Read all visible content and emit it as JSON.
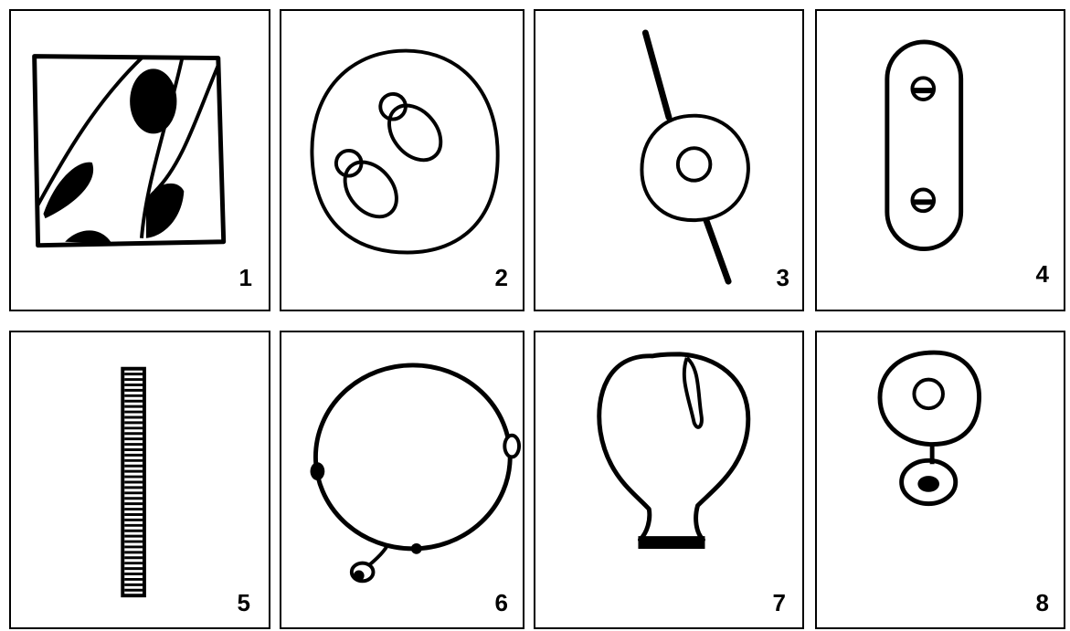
{
  "panels": [
    {
      "id": "1",
      "label": "1",
      "subject": "cell-with-dark-patches"
    },
    {
      "id": "2",
      "label": "2",
      "subject": "oval-with-two-inclusions"
    },
    {
      "id": "3",
      "label": "3",
      "subject": "ring-with-flagellum"
    },
    {
      "id": "4",
      "label": "4",
      "subject": "rod-with-two-spores"
    },
    {
      "id": "5",
      "label": "5",
      "subject": "segmented-filament"
    },
    {
      "id": "6",
      "label": "6",
      "subject": "sphere-with-buds"
    },
    {
      "id": "7",
      "label": "7",
      "subject": "flask-shape"
    },
    {
      "id": "8",
      "label": "8",
      "subject": "ring-with-attached-bud"
    }
  ],
  "colors": {
    "ink": "#000000",
    "paper": "#ffffff"
  }
}
